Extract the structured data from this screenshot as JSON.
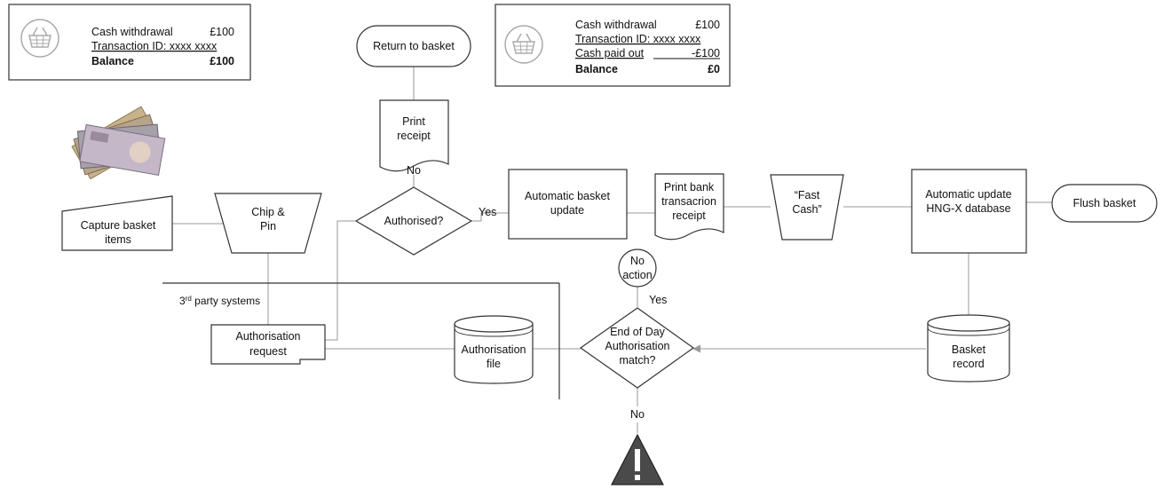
{
  "receipt_top_left": {
    "line1_label": "Cash withdrawal",
    "line1_value": "£100",
    "line2": "Transaction ID: xxxx xxxx",
    "balance_label": "Balance",
    "balance_value": "£100"
  },
  "receipt_top_right": {
    "line1_label": "Cash withdrawal",
    "line1_value": "£100",
    "line2": "Transaction ID: xxxx xxxx",
    "line3_label": "Cash paid out",
    "line3_value": "-£100",
    "balance_label": "Balance",
    "balance_value": "£0"
  },
  "nodes": {
    "capture_basket": [
      "Capture basket",
      "items"
    ],
    "chip_pin": [
      "Chip &",
      "Pin"
    ],
    "authorised": "Authorised?",
    "return_basket": "Return to basket",
    "print_receipt": [
      "Print",
      "receipt"
    ],
    "auto_basket_update": [
      "Automatic basket",
      "update"
    ],
    "print_bank_receipt": [
      "Print bank",
      "transacrion",
      "receipt"
    ],
    "fast_cash": [
      "“Fast",
      "Cash”"
    ],
    "auto_update_db": [
      "Automatic update",
      "HNG-X database"
    ],
    "flush_basket": "Flush basket",
    "third_party_main": "3",
    "third_party_sup": "rd",
    "third_party_rest": " party systems",
    "auth_request": [
      "Authorisation",
      "request"
    ],
    "auth_file": [
      "Authorisation",
      "file"
    ],
    "eod_match": [
      "End of Day",
      "Authorisation",
      "match?"
    ],
    "no_action": [
      "No",
      "action"
    ],
    "basket_record": [
      "Basket",
      "record"
    ]
  },
  "edge_labels": {
    "authorised_no": "No",
    "authorised_yes": "Yes",
    "eod_yes": "Yes",
    "eod_no": "No"
  },
  "icons": {
    "basket": "shopping-basket-icon",
    "cash": "banknotes-icon",
    "warning": "warning-icon"
  }
}
